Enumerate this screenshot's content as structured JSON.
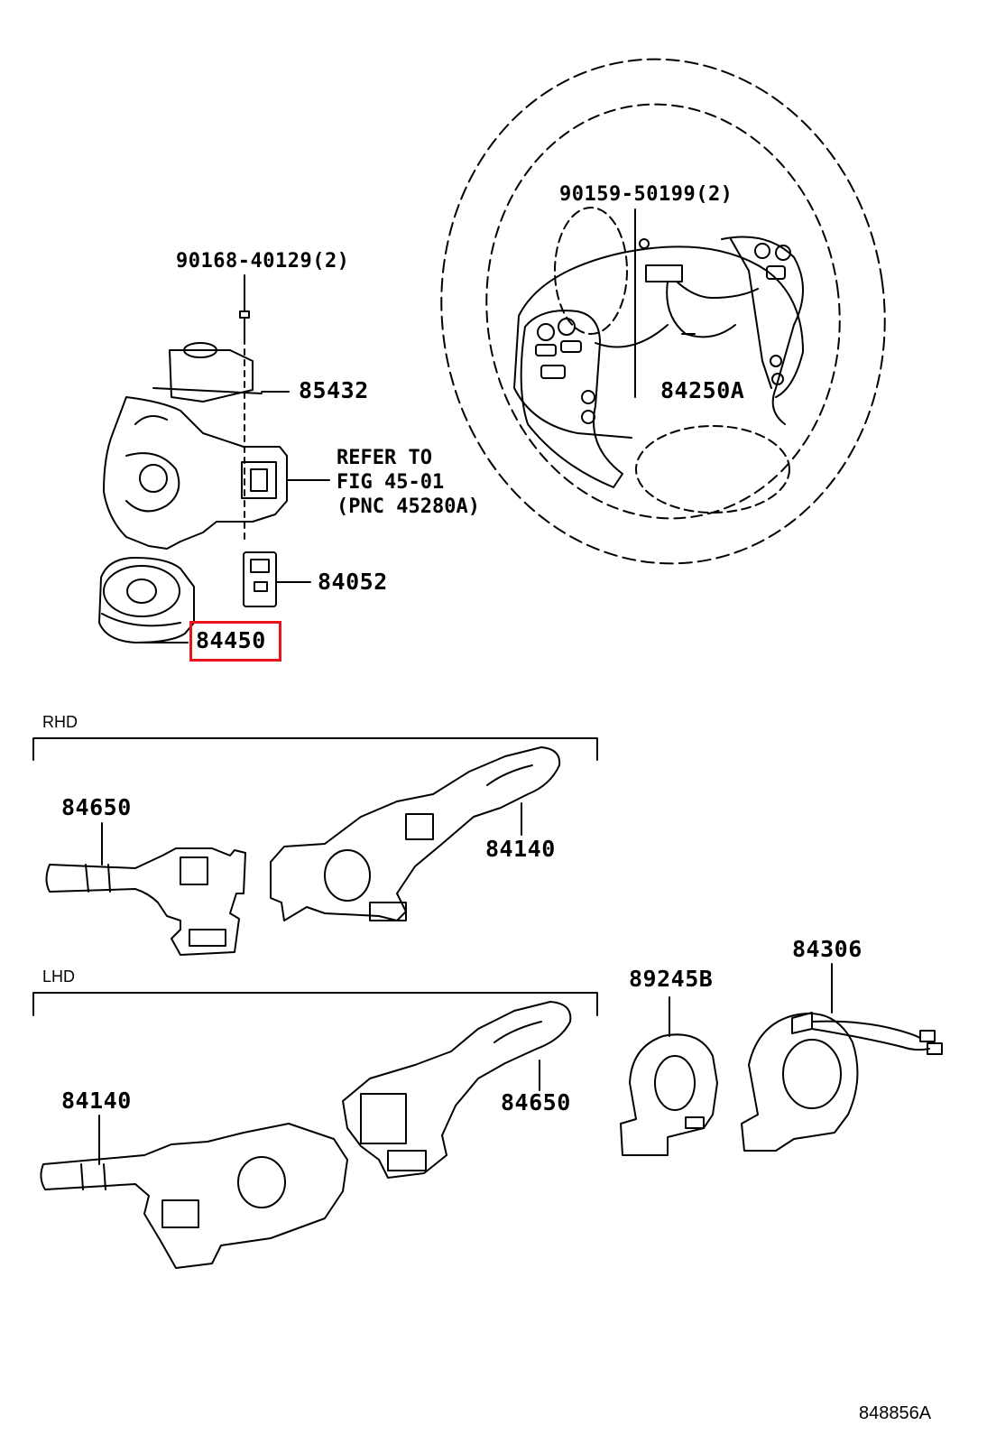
{
  "labels": {
    "bolt_top": "90168-40129(2)",
    "bolt_wheel": "90159-50199(2)",
    "p85432": "85432",
    "p84250a": "84250A",
    "p84052": "84052",
    "p84450": "84450",
    "rhd_84650": "84650",
    "rhd_84140": "84140",
    "lhd_84140": "84140",
    "lhd_84650": "84650",
    "p89245b": "89245B",
    "p84306": "84306"
  },
  "refer": {
    "line1": "REFER TO",
    "line2": "FIG 45-01",
    "line3": "(PNC 45280A)"
  },
  "sections": {
    "rhd": "RHD",
    "lhd": "LHD"
  },
  "figure_id": "848856A",
  "highlight_color": "#e8141c"
}
